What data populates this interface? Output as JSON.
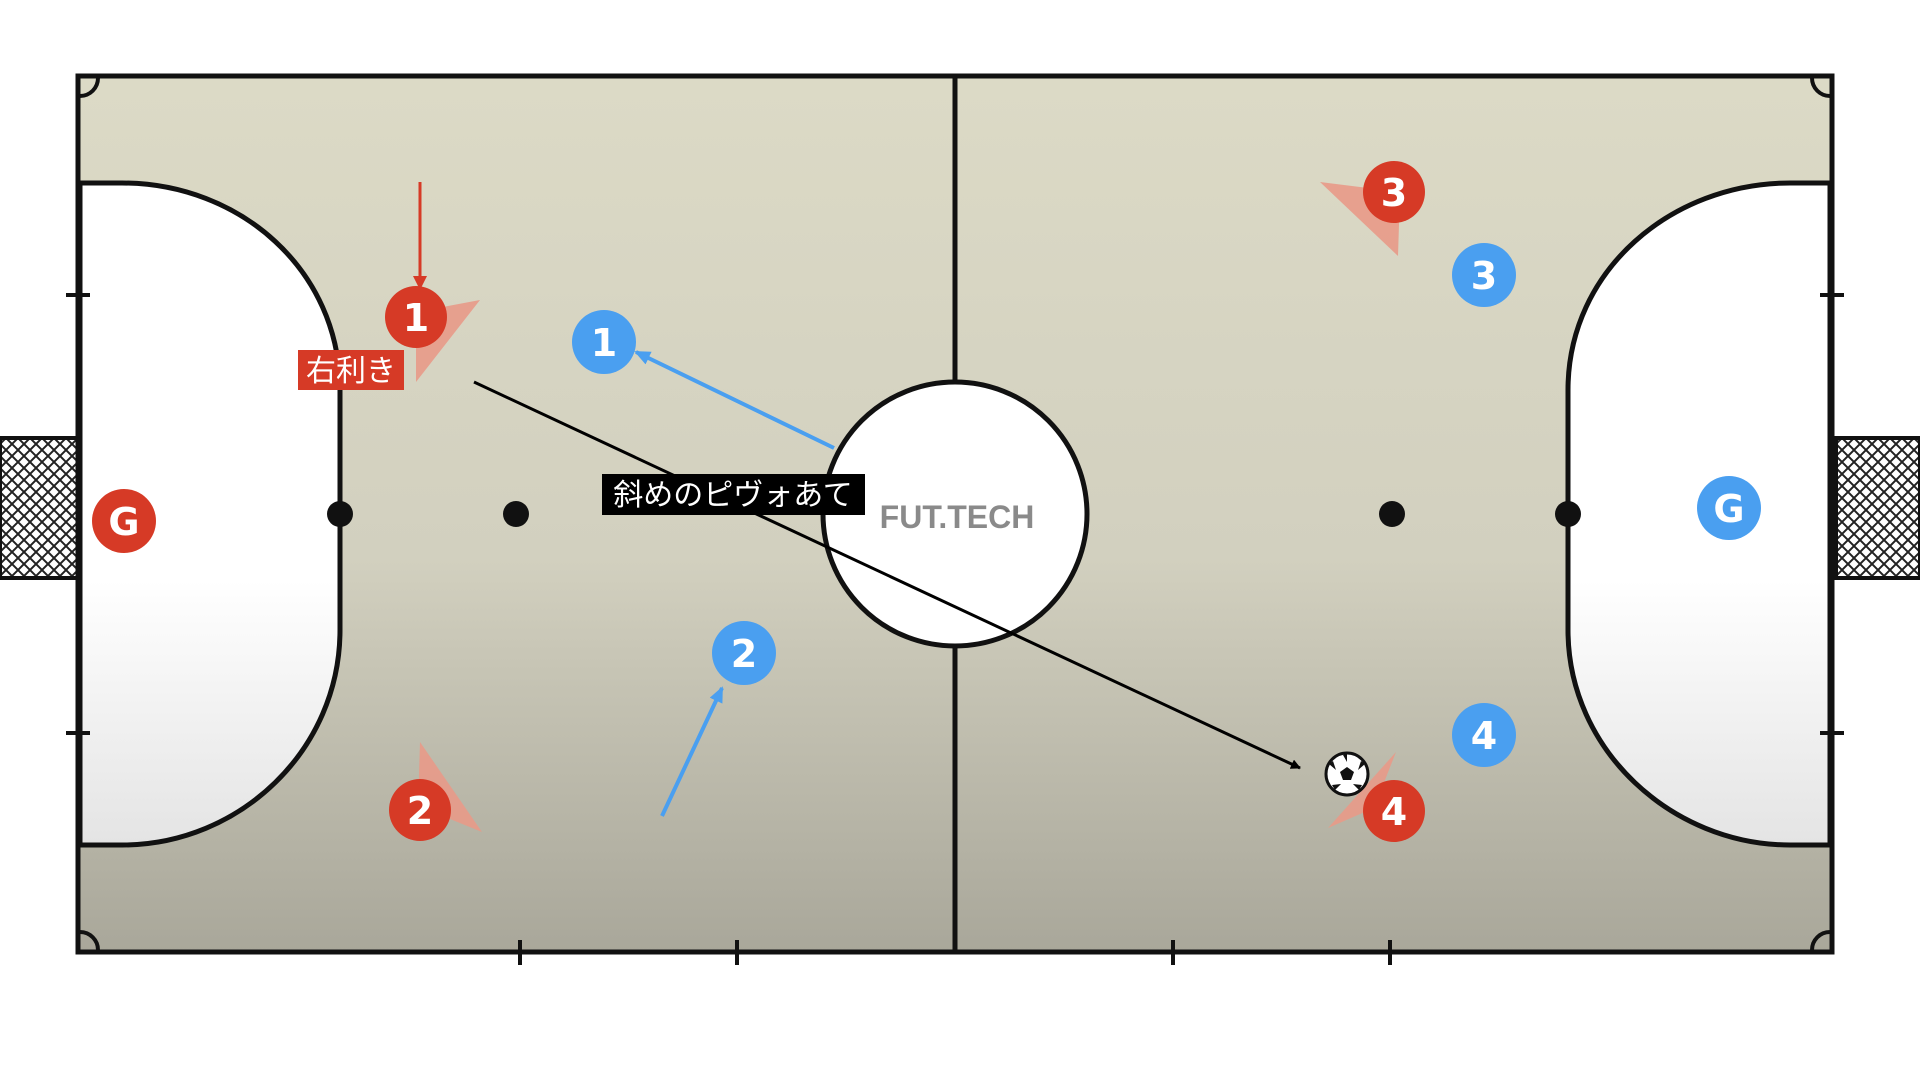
{
  "logo": {
    "text": "FUT.TECH"
  },
  "labels": {
    "right_footed": "右利き",
    "diagonal_pivot": "斜めのピヴォあて"
  },
  "red_team": {
    "color": "#d63a26",
    "goalkeeper": "G",
    "players": [
      "1",
      "2",
      "3",
      "4"
    ]
  },
  "blue_team": {
    "color": "#4a9ff0",
    "goalkeeper": "G",
    "players": [
      "1",
      "2",
      "3",
      "4"
    ]
  },
  "colors": {
    "court_top": "#dcdac6",
    "court_bottom": "#a9a79a",
    "line": "#111111",
    "pass_arrow": "#000000",
    "red_arrow": "#d63a26",
    "blue_arrow": "#4a9ff0",
    "label_red_bg": "#d63a26",
    "label_black_bg": "#000000"
  },
  "icons": {
    "ball": "soccer-ball-icon",
    "goal_net": "goal-net-icon"
  }
}
